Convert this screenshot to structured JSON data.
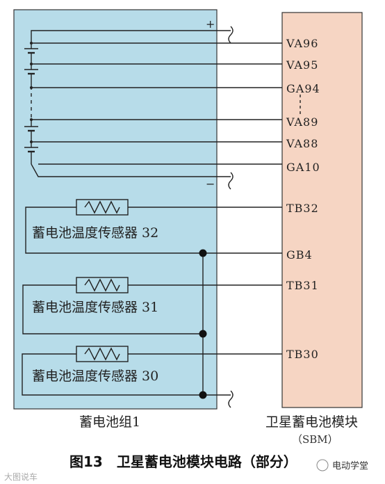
{
  "battery_pack": {
    "label": "蓄电池组1",
    "plus": "+",
    "minus": "−"
  },
  "sbm": {
    "label": "卫星蓄电池模块",
    "abbr": "（SBM）"
  },
  "pins": [
    "VA96",
    "VA95",
    "GA94",
    "VA89",
    "VA88",
    "GA10",
    "TB32",
    "GB4",
    "TB31",
    "TB30"
  ],
  "sensors": [
    "蓄电池温度传感器 32",
    "蓄电池温度传感器 31",
    "蓄电池温度传感器 30"
  ],
  "caption": "图13　卫星蓄电池模块电路（部分）",
  "watermark_left": "大图说车",
  "watermark_right": "电动学堂",
  "colors": {
    "pack_fill": "#b7dce9",
    "sbm_fill": "#f6d5c3",
    "line": "#222222"
  }
}
